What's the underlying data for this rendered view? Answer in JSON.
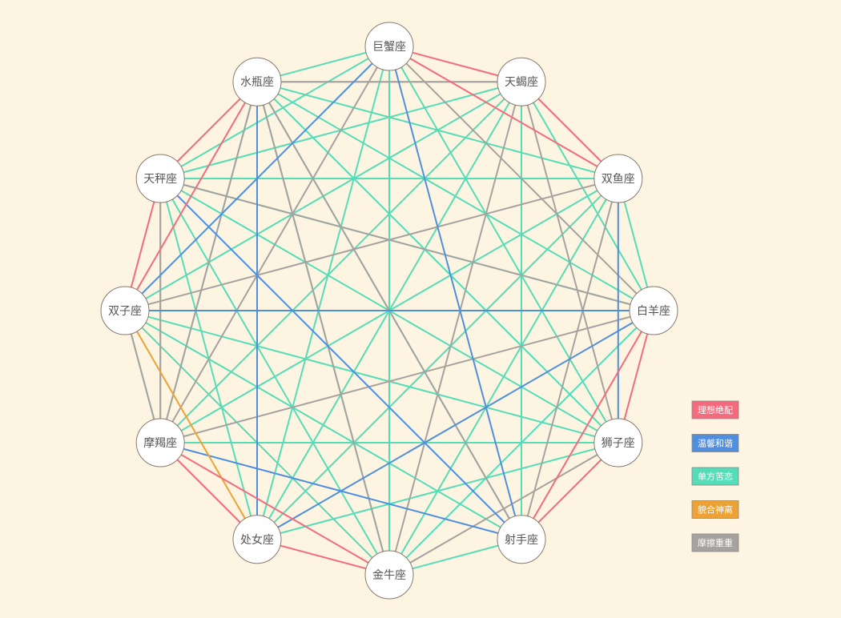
{
  "nodes": [
    {
      "id": "juxie",
      "label": "巨蟹座"
    },
    {
      "id": "tianxie",
      "label": "天蝎座"
    },
    {
      "id": "shuangyu",
      "label": "双鱼座"
    },
    {
      "id": "baiyang",
      "label": "白羊座"
    },
    {
      "id": "shizi",
      "label": "狮子座"
    },
    {
      "id": "sheshou",
      "label": "射手座"
    },
    {
      "id": "jinniu",
      "label": "金牛座"
    },
    {
      "id": "chunv",
      "label": "处女座"
    },
    {
      "id": "mojie",
      "label": "摩羯座"
    },
    {
      "id": "shuangzi",
      "label": "双子座"
    },
    {
      "id": "tiancheng",
      "label": "天秤座"
    },
    {
      "id": "shuiping",
      "label": "水瓶座"
    }
  ],
  "legend": [
    {
      "key": "ideal",
      "label": "理想绝配",
      "color": "#f36b7d"
    },
    {
      "key": "warm",
      "label": "温馨和谐",
      "color": "#4f8fde"
    },
    {
      "key": "oneway",
      "label": "单方苦恋",
      "color": "#55ddb8"
    },
    {
      "key": "loose",
      "label": "貌合神离",
      "color": "#eda235"
    },
    {
      "key": "friction",
      "label": "摩擦重重",
      "color": "#a6a29f"
    }
  ],
  "edges": [
    {
      "a": "juxie",
      "b": "tianxie",
      "type": "ideal"
    },
    {
      "a": "juxie",
      "b": "shuangyu",
      "type": "ideal"
    },
    {
      "a": "tianxie",
      "b": "shuangyu",
      "type": "ideal"
    },
    {
      "a": "baiyang",
      "b": "shizi",
      "type": "ideal"
    },
    {
      "a": "baiyang",
      "b": "sheshou",
      "type": "ideal"
    },
    {
      "a": "shizi",
      "b": "sheshou",
      "type": "ideal"
    },
    {
      "a": "jinniu",
      "b": "chunv",
      "type": "ideal"
    },
    {
      "a": "jinniu",
      "b": "mojie",
      "type": "ideal"
    },
    {
      "a": "chunv",
      "b": "mojie",
      "type": "ideal"
    },
    {
      "a": "shuangzi",
      "b": "tiancheng",
      "type": "ideal"
    },
    {
      "a": "shuangzi",
      "b": "shuiping",
      "type": "ideal"
    },
    {
      "a": "tiancheng",
      "b": "shuiping",
      "type": "ideal"
    },
    {
      "a": "juxie",
      "b": "sheshou",
      "type": "warm"
    },
    {
      "a": "juxie",
      "b": "shuangzi",
      "type": "warm"
    },
    {
      "a": "shuangyu",
      "b": "shizi",
      "type": "warm"
    },
    {
      "a": "baiyang",
      "b": "shuangzi",
      "type": "warm"
    },
    {
      "a": "baiyang",
      "b": "chunv",
      "type": "warm"
    },
    {
      "a": "sheshou",
      "b": "mojie",
      "type": "warm"
    },
    {
      "a": "chunv",
      "b": "shuiping",
      "type": "warm"
    },
    {
      "a": "tiancheng",
      "b": "sheshou",
      "type": "warm"
    },
    {
      "a": "shuangzi",
      "b": "chunv",
      "type": "loose"
    },
    {
      "a": "juxie",
      "b": "shuiping",
      "type": "oneway"
    },
    {
      "a": "juxie",
      "b": "tiancheng",
      "type": "oneway"
    },
    {
      "a": "juxie",
      "b": "chunv",
      "type": "oneway"
    },
    {
      "a": "juxie",
      "b": "jinniu",
      "type": "oneway"
    },
    {
      "a": "juxie",
      "b": "shizi",
      "type": "oneway"
    },
    {
      "a": "tianxie",
      "b": "shuiping",
      "type": "oneway"
    },
    {
      "a": "tianxie",
      "b": "tiancheng",
      "type": "oneway"
    },
    {
      "a": "tianxie",
      "b": "shuangzi",
      "type": "oneway"
    },
    {
      "a": "tianxie",
      "b": "mojie",
      "type": "oneway"
    },
    {
      "a": "tianxie",
      "b": "chunv",
      "type": "oneway"
    },
    {
      "a": "tianxie",
      "b": "sheshou",
      "type": "oneway"
    },
    {
      "a": "tianxie",
      "b": "baiyang",
      "type": "oneway"
    },
    {
      "a": "shuangyu",
      "b": "shuiping",
      "type": "oneway"
    },
    {
      "a": "shuangyu",
      "b": "tiancheng",
      "type": "oneway"
    },
    {
      "a": "shuangyu",
      "b": "mojie",
      "type": "oneway"
    },
    {
      "a": "shuangyu",
      "b": "chunv",
      "type": "oneway"
    },
    {
      "a": "shuangyu",
      "b": "jinniu",
      "type": "oneway"
    },
    {
      "a": "shuangyu",
      "b": "baiyang",
      "type": "oneway"
    },
    {
      "a": "baiyang",
      "b": "shuiping",
      "type": "oneway"
    },
    {
      "a": "baiyang",
      "b": "tiancheng",
      "type": "oneway"
    },
    {
      "a": "baiyang",
      "b": "jinniu",
      "type": "oneway"
    },
    {
      "a": "shizi",
      "b": "shuiping",
      "type": "oneway"
    },
    {
      "a": "shizi",
      "b": "tiancheng",
      "type": "oneway"
    },
    {
      "a": "shizi",
      "b": "shuangzi",
      "type": "oneway"
    },
    {
      "a": "shizi",
      "b": "mojie",
      "type": "oneway"
    },
    {
      "a": "shizi",
      "b": "chunv",
      "type": "oneway"
    },
    {
      "a": "sheshou",
      "b": "shuiping",
      "type": "oneway"
    },
    {
      "a": "sheshou",
      "b": "shuangzi",
      "type": "oneway"
    },
    {
      "a": "sheshou",
      "b": "jinniu",
      "type": "oneway"
    },
    {
      "a": "jinniu",
      "b": "shuiping",
      "type": "oneway"
    },
    {
      "a": "jinniu",
      "b": "tiancheng",
      "type": "oneway"
    },
    {
      "a": "jinniu",
      "b": "shuangzi",
      "type": "oneway"
    },
    {
      "a": "chunv",
      "b": "tiancheng",
      "type": "oneway"
    },
    {
      "a": "mojie",
      "b": "shuiping",
      "type": "oneway"
    },
    {
      "a": "mojie",
      "b": "tiancheng",
      "type": "oneway"
    },
    {
      "a": "mojie",
      "b": "shuangzi",
      "type": "oneway"
    },
    {
      "a": "juxie",
      "b": "mojie",
      "type": "friction"
    },
    {
      "a": "juxie",
      "b": "baiyang",
      "type": "friction"
    },
    {
      "a": "tianxie",
      "b": "shuiping",
      "type": "friction"
    },
    {
      "a": "tianxie",
      "b": "shizi",
      "type": "friction"
    },
    {
      "a": "tianxie",
      "b": "jinniu",
      "type": "friction"
    },
    {
      "a": "shuangyu",
      "b": "shuangzi",
      "type": "friction"
    },
    {
      "a": "shuangyu",
      "b": "sheshou",
      "type": "friction"
    },
    {
      "a": "baiyang",
      "b": "tiancheng",
      "type": "friction"
    },
    {
      "a": "baiyang",
      "b": "mojie",
      "type": "friction"
    },
    {
      "a": "shizi",
      "b": "jinniu",
      "type": "friction"
    },
    {
      "a": "jinniu",
      "b": "shuiping",
      "type": "friction"
    },
    {
      "a": "chunv",
      "b": "shuiping",
      "type": "friction"
    },
    {
      "a": "mojie",
      "b": "tiancheng",
      "type": "friction"
    },
    {
      "a": "mojie",
      "b": "shuiping",
      "type": "friction"
    },
    {
      "a": "sheshou",
      "b": "shuiping",
      "type": "friction"
    },
    {
      "a": "shuangzi",
      "b": "mojie",
      "type": "friction"
    }
  ]
}
